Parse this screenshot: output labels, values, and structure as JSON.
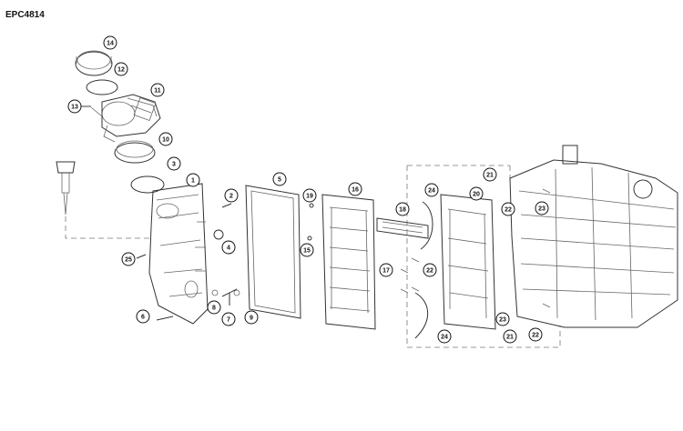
{
  "diagram": {
    "code": "EPC4814",
    "callouts": [
      "14",
      "12",
      "11",
      "13",
      "10",
      "3",
      "1",
      "2",
      "5",
      "19",
      "16",
      "18",
      "24",
      "20",
      "21",
      "22",
      "23",
      "4",
      "15",
      "25",
      "17",
      "22",
      "8",
      "7",
      "9",
      "6",
      "23",
      "21",
      "22",
      "24"
    ]
  }
}
